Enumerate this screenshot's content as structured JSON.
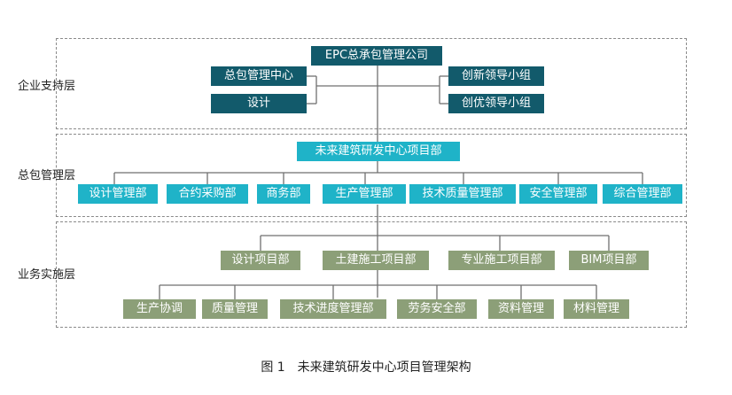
{
  "layers": {
    "enterprise": "企业支持层",
    "general": "总包管理层",
    "business": "业务实施层"
  },
  "enterprise_nodes": {
    "root": "EPC总承包管理公司",
    "left_1": "总包管理中心",
    "left_2": "设计",
    "right_1": "创新领导小组",
    "right_2": "创优领导小组"
  },
  "center": "未来建筑研发中心项目部",
  "departments": [
    "设计管理部",
    "合约采购部",
    "商务部",
    "生产管理部",
    "技术质量管理部",
    "安全管理部",
    "综合管理部"
  ],
  "projects": [
    "设计项目部",
    "土建施工项目部",
    "专业施工项目部",
    "BIM项目部"
  ],
  "work_items": [
    "生产协调",
    "质量管理",
    "技术进度管理部",
    "劳务安全部",
    "资料管理",
    "材料管理"
  ],
  "caption": "图 1　未来建筑研发中心项目管理架构",
  "colors": {
    "dark_teal": "#125a6b",
    "cyan": "#1fb3c8",
    "olive": "#8c9f78",
    "line": "#6f6f6f"
  }
}
